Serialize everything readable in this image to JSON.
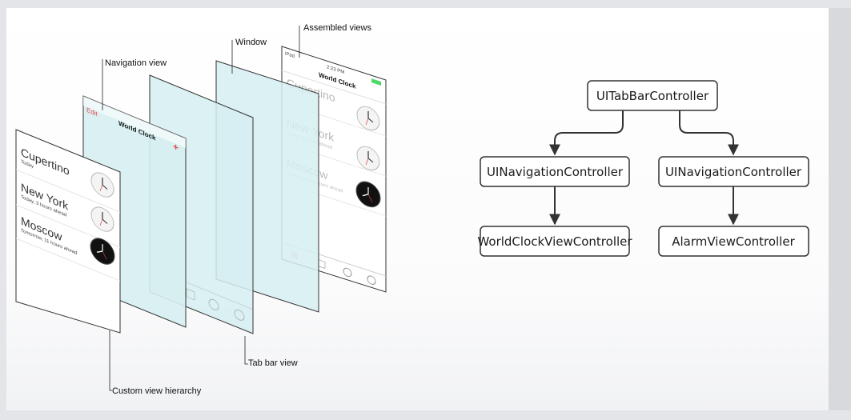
{
  "labels": {
    "navigation_view": "Navigation view",
    "window": "Window",
    "assembled_views": "Assembled views",
    "tab_bar_view": "Tab bar view",
    "custom_view_hierarchy": "Custom view hierarchy"
  },
  "screens": {
    "nav_title": "World Clock",
    "edit_label": "Edit",
    "add_symbol": "+",
    "assembled_title": "World Clock",
    "status_carrier": "iPad",
    "status_time": "2:23 PM",
    "cities": [
      {
        "name": "Cupertino",
        "sub": "Today"
      },
      {
        "name": "New York",
        "sub": "Today, 3 hours ahead"
      },
      {
        "name": "Moscow",
        "sub": "Tomorrow, 11 hours ahead"
      }
    ]
  },
  "tree": {
    "root": "UITabBarController",
    "left_nav": "UINavigationController",
    "right_nav": "UINavigationController",
    "left_leaf": "WorldClockViewController",
    "right_leaf": "AlarmViewController"
  },
  "colors": {
    "glass": "#cfe8ec",
    "edit_red": "#e8474c",
    "box_border": "#333333"
  }
}
